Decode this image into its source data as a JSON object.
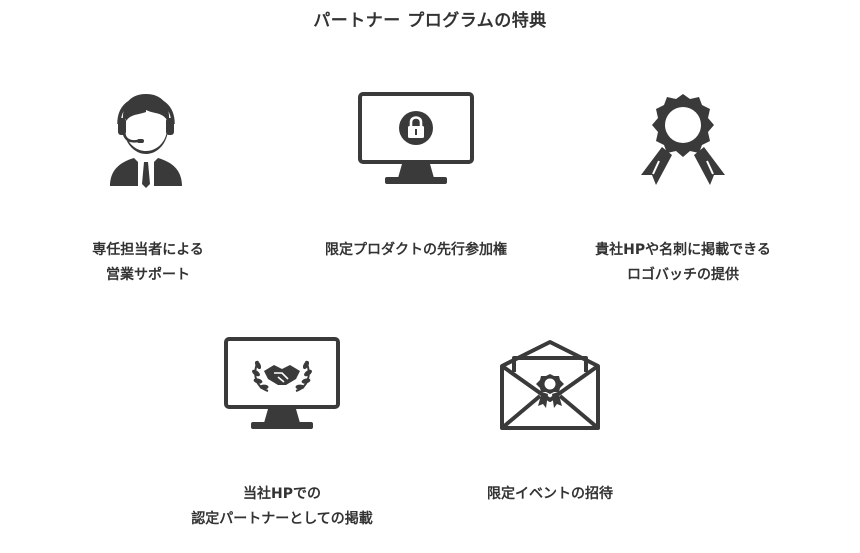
{
  "page": {
    "title": "パートナー プログラムの特典"
  },
  "colors": {
    "icon": "#3a3a3a",
    "text": "#333333",
    "background": "#ffffff"
  },
  "benefits": [
    {
      "icon": "operator-headset-icon",
      "lines": [
        "専任担当者による",
        "営業サポート"
      ]
    },
    {
      "icon": "monitor-lock-icon",
      "lines": [
        "限定プロダクトの先行参加権"
      ]
    },
    {
      "icon": "award-rosette-icon",
      "lines": [
        "貴社HPや名刺に掲載できる",
        "ロゴバッチの提供"
      ]
    },
    {
      "icon": "monitor-handshake-laurel-icon",
      "lines": [
        "当社HPでの",
        "認定パートナーとしての掲載"
      ]
    },
    {
      "icon": "envelope-certificate-icon",
      "lines": [
        "限定イベントの招待"
      ]
    }
  ]
}
